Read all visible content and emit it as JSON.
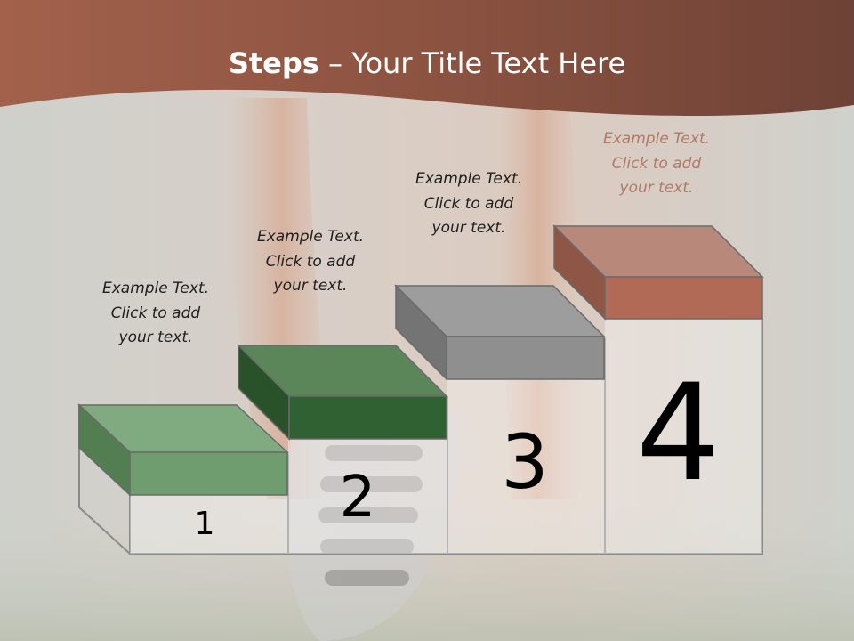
{
  "slide": {
    "title_bold": "Steps",
    "title_rest": " – Your Title Text Here",
    "steps": [
      {
        "number": "1",
        "caption": [
          "Example Text.",
          "Click  to add",
          "your text."
        ],
        "color": "#6f9d6f"
      },
      {
        "number": "2",
        "caption": [
          "Example Text.",
          "Click  to add",
          "your text."
        ],
        "color": "#2f6132"
      },
      {
        "number": "3",
        "caption": [
          "Example Text.",
          "Click  to add",
          "your text."
        ],
        "color": "#8f8f8f"
      },
      {
        "number": "4",
        "caption": [
          "Example Text.",
          "Click  to add",
          "your text."
        ],
        "color": "#b06a56"
      }
    ]
  },
  "colors": {
    "banner": "#9b5a45",
    "banner_dark": "#6b3f31",
    "background": "#d9d6d2"
  }
}
